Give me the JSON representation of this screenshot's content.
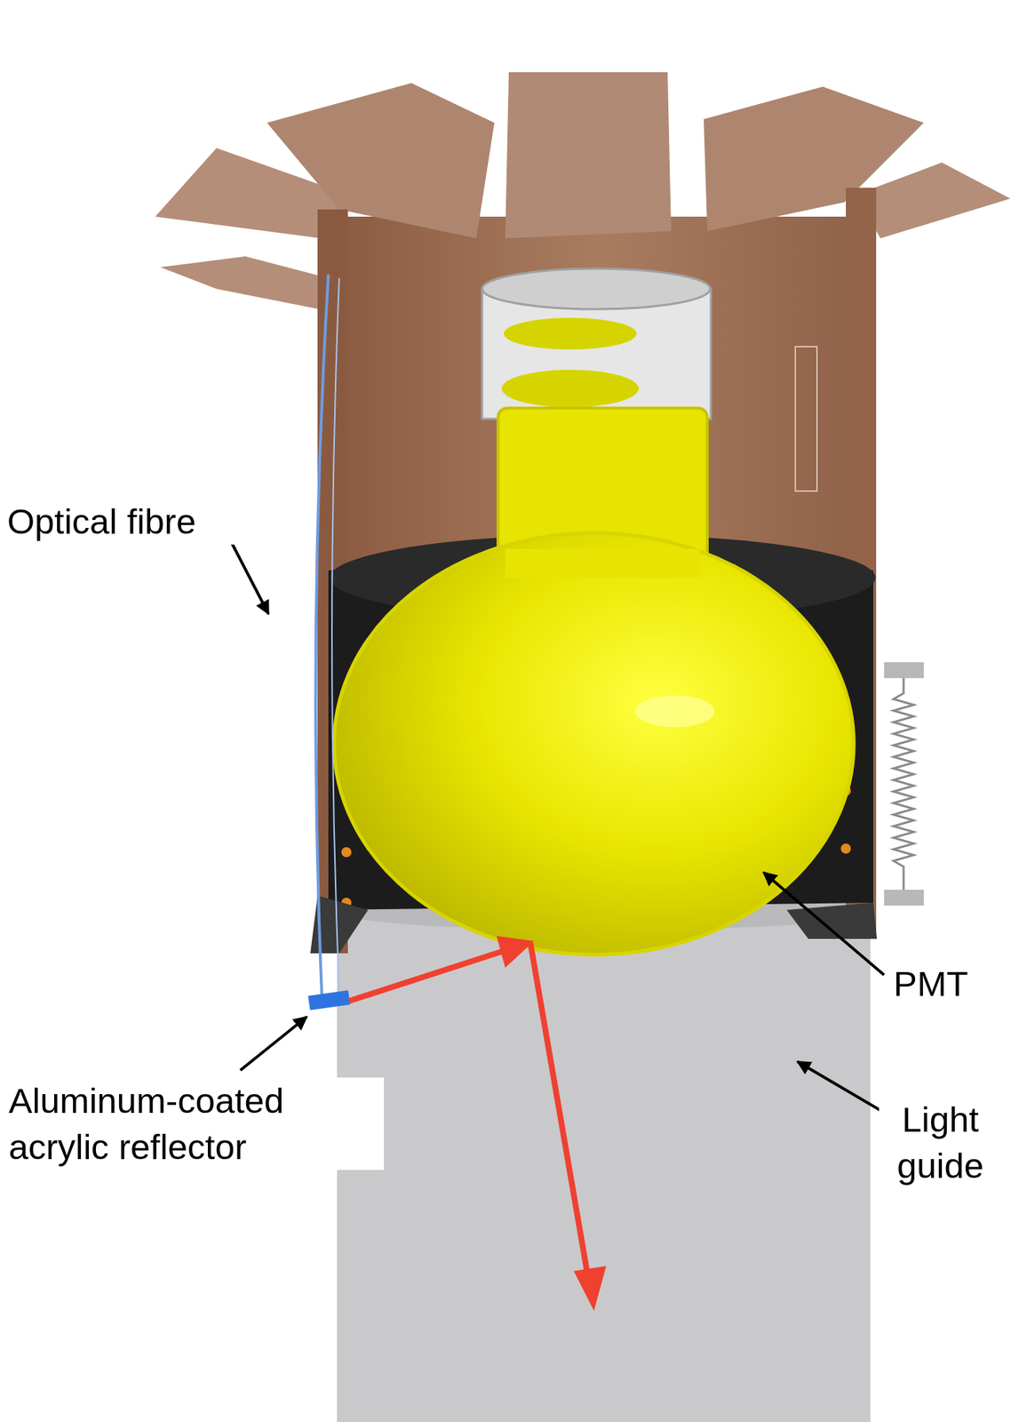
{
  "diagram": {
    "labels": [
      "Optical fibre",
      "PMT",
      "Aluminum-coated acrylic reflector",
      "Light guide"
    ]
  }
}
